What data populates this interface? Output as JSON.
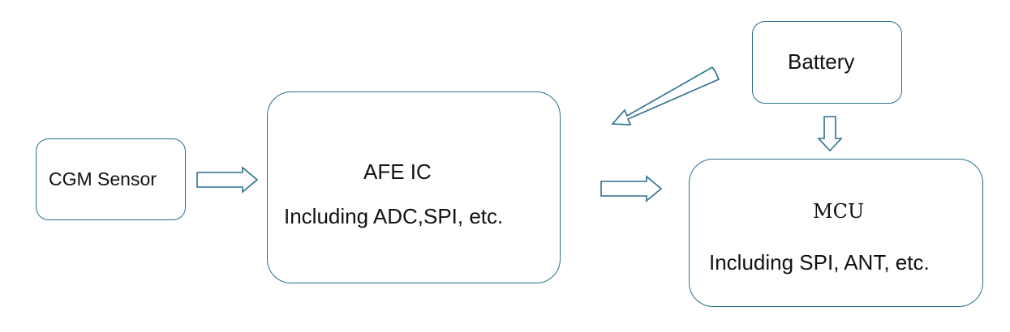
{
  "nodes": {
    "cgm_sensor": {
      "label": "CGM Sensor"
    },
    "afe_ic": {
      "title": "AFE IC",
      "detail": "Including ADC,SPI, etc."
    },
    "battery": {
      "label": "Battery"
    },
    "mcu": {
      "title": "MCU",
      "detail": "Including SPI, ANT, etc."
    }
  },
  "colors": {
    "stroke": "#2b6f8e",
    "fill": "#ffffff",
    "text": "#111111"
  }
}
